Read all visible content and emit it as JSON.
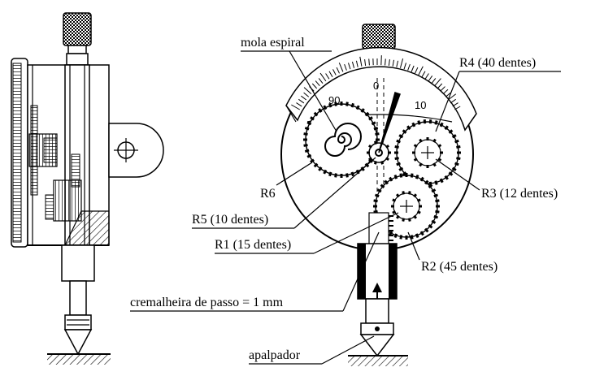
{
  "labels": {
    "mola_espiral": "mola espiral",
    "r4": "R4 (40 dentes)",
    "r6": "R6",
    "r3": "R3 (12 dentes)",
    "r5": "R5 (10 dentes)",
    "r1": "R1 (15 dentes)",
    "r2": "R2 (45 dentes)",
    "cremalheira": "cremalheira de passo = 1 mm",
    "apalpador": "apalpador"
  },
  "dial_scale": {
    "zero": "0",
    "ten": "10",
    "left_mark": "90"
  }
}
